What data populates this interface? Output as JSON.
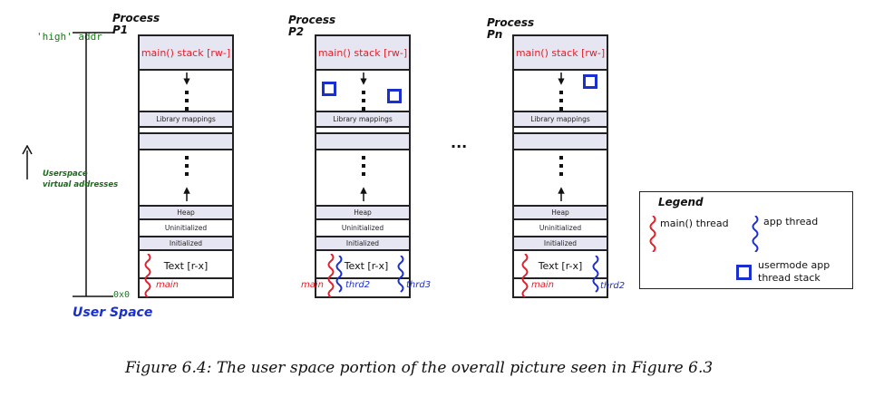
{
  "axis": {
    "high_label": "'high' addr",
    "low_label": "0x0",
    "direction_label_line1": "Userspace",
    "direction_label_line2": "virtual addresses",
    "space_title": "User Space"
  },
  "processes": [
    {
      "title_line1": "Process",
      "title_line2": "P1"
    },
    {
      "title_line1": "Process",
      "title_line2": "P2"
    },
    {
      "title_line1": "Process",
      "title_line2": "Pn"
    }
  ],
  "segments": {
    "stack": "main() stack [rw-]",
    "library": "Library mappings",
    "heap": "Heap",
    "uninitialized": "Uninitialized",
    "initialized": "Initialized",
    "text": "Text [r-x]"
  },
  "threads": {
    "main": "main",
    "thrd2": "thrd2",
    "thrd3": "thrd3"
  },
  "ellipsis": "...",
  "legend": {
    "title": "Legend",
    "main_thread": "main() thread",
    "app_thread": "app thread",
    "stack_line1": "usermode app",
    "stack_line2": "thread stack"
  },
  "caption": "Figure 6.4: The user space portion of the overall picture seen in Figure 6.3",
  "colors": {
    "main_thread": "#e0202a",
    "app_thread": "#1a2fd0",
    "band_fill": "#e6e6f2",
    "outline": "#222222"
  }
}
